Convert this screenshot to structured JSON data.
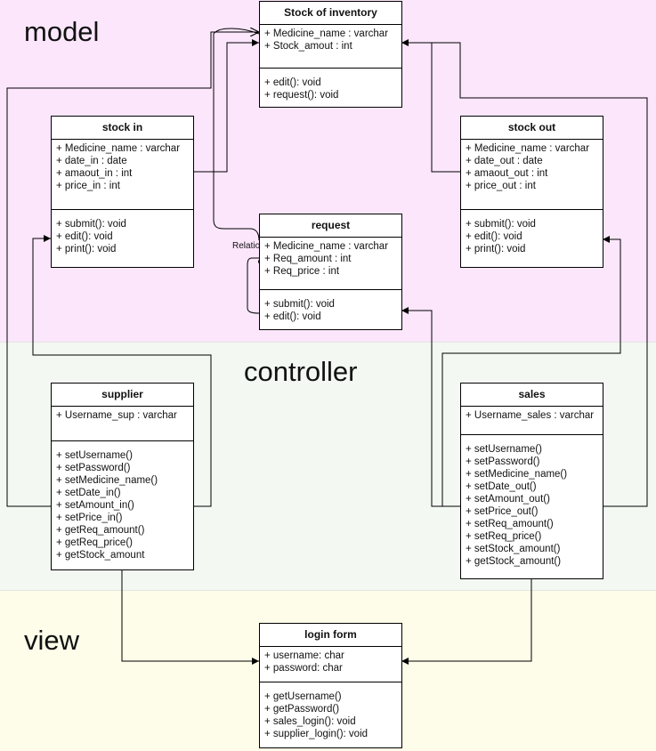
{
  "layers": {
    "model": "model",
    "controller": "controller",
    "view": "view"
  },
  "relation_label": "Relation",
  "classes": {
    "stock_inventory": {
      "title": "Stock of inventory",
      "attributes": [
        "+ Medicine_name : varchar",
        "+ Stock_amout : int"
      ],
      "methods": [
        "+ edit(): void",
        "+ request(): void"
      ]
    },
    "stock_in": {
      "title": "stock in",
      "attributes": [
        "+ Medicine_name : varchar",
        "+ date_in : date",
        "+ amaout_in : int",
        "+ price_in : int"
      ],
      "methods": [
        "+ submit(): void",
        "+ edit(): void",
        "+ print(): void"
      ]
    },
    "stock_out": {
      "title": "stock out",
      "attributes": [
        "+ Medicine_name : varchar",
        "+ date_out : date",
        "+ amaout_out : int",
        "+ price_out : int"
      ],
      "methods": [
        "+ submit(): void",
        "+ edit(): void",
        "+ print(): void"
      ]
    },
    "request": {
      "title": "request",
      "attributes": [
        "+ Medicine_name : varchar",
        "+ Req_amount : int",
        "+ Req_price : int"
      ],
      "methods": [
        "+ submit(): void",
        "+ edit(): void"
      ]
    },
    "supplier": {
      "title": "supplier",
      "attributes": [
        "+ Username_sup : varchar"
      ],
      "methods": [
        "+ setUsername()",
        "+ setPassword()",
        "+ setMedicine_name()",
        "+ setDate_in()",
        "+ setAmount_in()",
        "+ setPrice_in()",
        "+ getReq_amount()",
        "+ getReq_price()",
        "+ getStock_amount"
      ]
    },
    "sales": {
      "title": "sales",
      "attributes": [
        "+ Username_sales : varchar"
      ],
      "methods": [
        "+ setUsername()",
        "+ setPassword()",
        "+ setMedicine_name()",
        "+ setDate_out()",
        "+ setAmount_out()",
        "+ setPrice_out()",
        "+ setReq_amount()",
        "+ setReq_price()",
        "+ setStock_amount()",
        "+ getStock_amount()"
      ]
    },
    "login_form": {
      "title": "login form",
      "attributes": [
        "+ username: char",
        "+ password: char"
      ],
      "methods": [
        "+ getUsername()",
        "+ getPassword()",
        "+ sales_login(): void",
        "+ supplier_login(): void"
      ]
    }
  }
}
